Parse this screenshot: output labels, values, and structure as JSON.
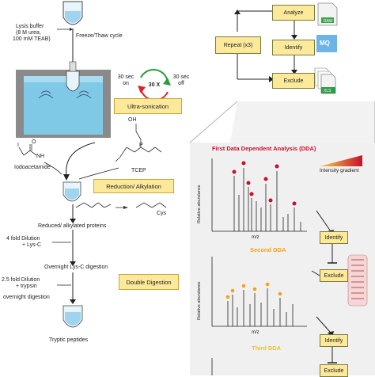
{
  "left": {
    "lysis_line1": "Lysis buffer",
    "lysis_line2": "(8 M urea,",
    "lysis_line3": "100 mM TEAB)",
    "freeze_thaw": "Freeze/Thaw cycle",
    "sec_on_1": "30 sec",
    "sec_on_2": "on",
    "sec_off_1": "30 sec",
    "sec_off_2": "off",
    "repeat_x": "30 X",
    "ultrasonication": "Ultra-sonication",
    "iodoacetamide": "Iodoacetamide",
    "tcep": "TCEP",
    "reduction": "Reduction/ Alkylation",
    "reduced": "Reduced/ alkylated proteins",
    "dilution4_1": "4 fold Dilution",
    "dilution4_2": "+ Lys-C",
    "lysc_digestion": "Overnight Lys-C digestion",
    "double_digestion": "Double Digestion",
    "dilution25_1": "2.5 fold Dilution",
    "dilution25_2": "+ trypsin",
    "overnight": "overnight digestion",
    "tryptic": "Tryptic peptides",
    "chem_oh": "OH",
    "chem_o": "O",
    "chem_nh2": "NH",
    "chem_i": "I",
    "chem_p": "P",
    "chem_cys": "Cys"
  },
  "workflow": {
    "analyze": "Analyze",
    "identify": "Identify",
    "exclude": "Exclude",
    "repeat": "Repeat (x3)",
    "raw_label": "RAW",
    "mq_label": "MQ",
    "xls_label": "XLS"
  },
  "dda": {
    "title1": "First Data Dependent Analysis (DDA)",
    "intensity": "Intensity gradient",
    "ylabel": "Relative abundance",
    "xlabel": "m/z",
    "identify": "Identify",
    "exclude": "Exclude",
    "title2": "Second DDA",
    "title3": "Third DDA"
  },
  "colors": {
    "title_red": "#c8102e",
    "dda_orange": "#f5a21b",
    "box_yellow": "#fde99a",
    "water_blue": "#7fc8e6"
  },
  "icons": [
    "tube-icon",
    "sonicator-bath-icon",
    "cycle-arrows-icon",
    "raw-file-icon",
    "mq-file-icon",
    "xls-file-icon",
    "spectrum-icon"
  ]
}
